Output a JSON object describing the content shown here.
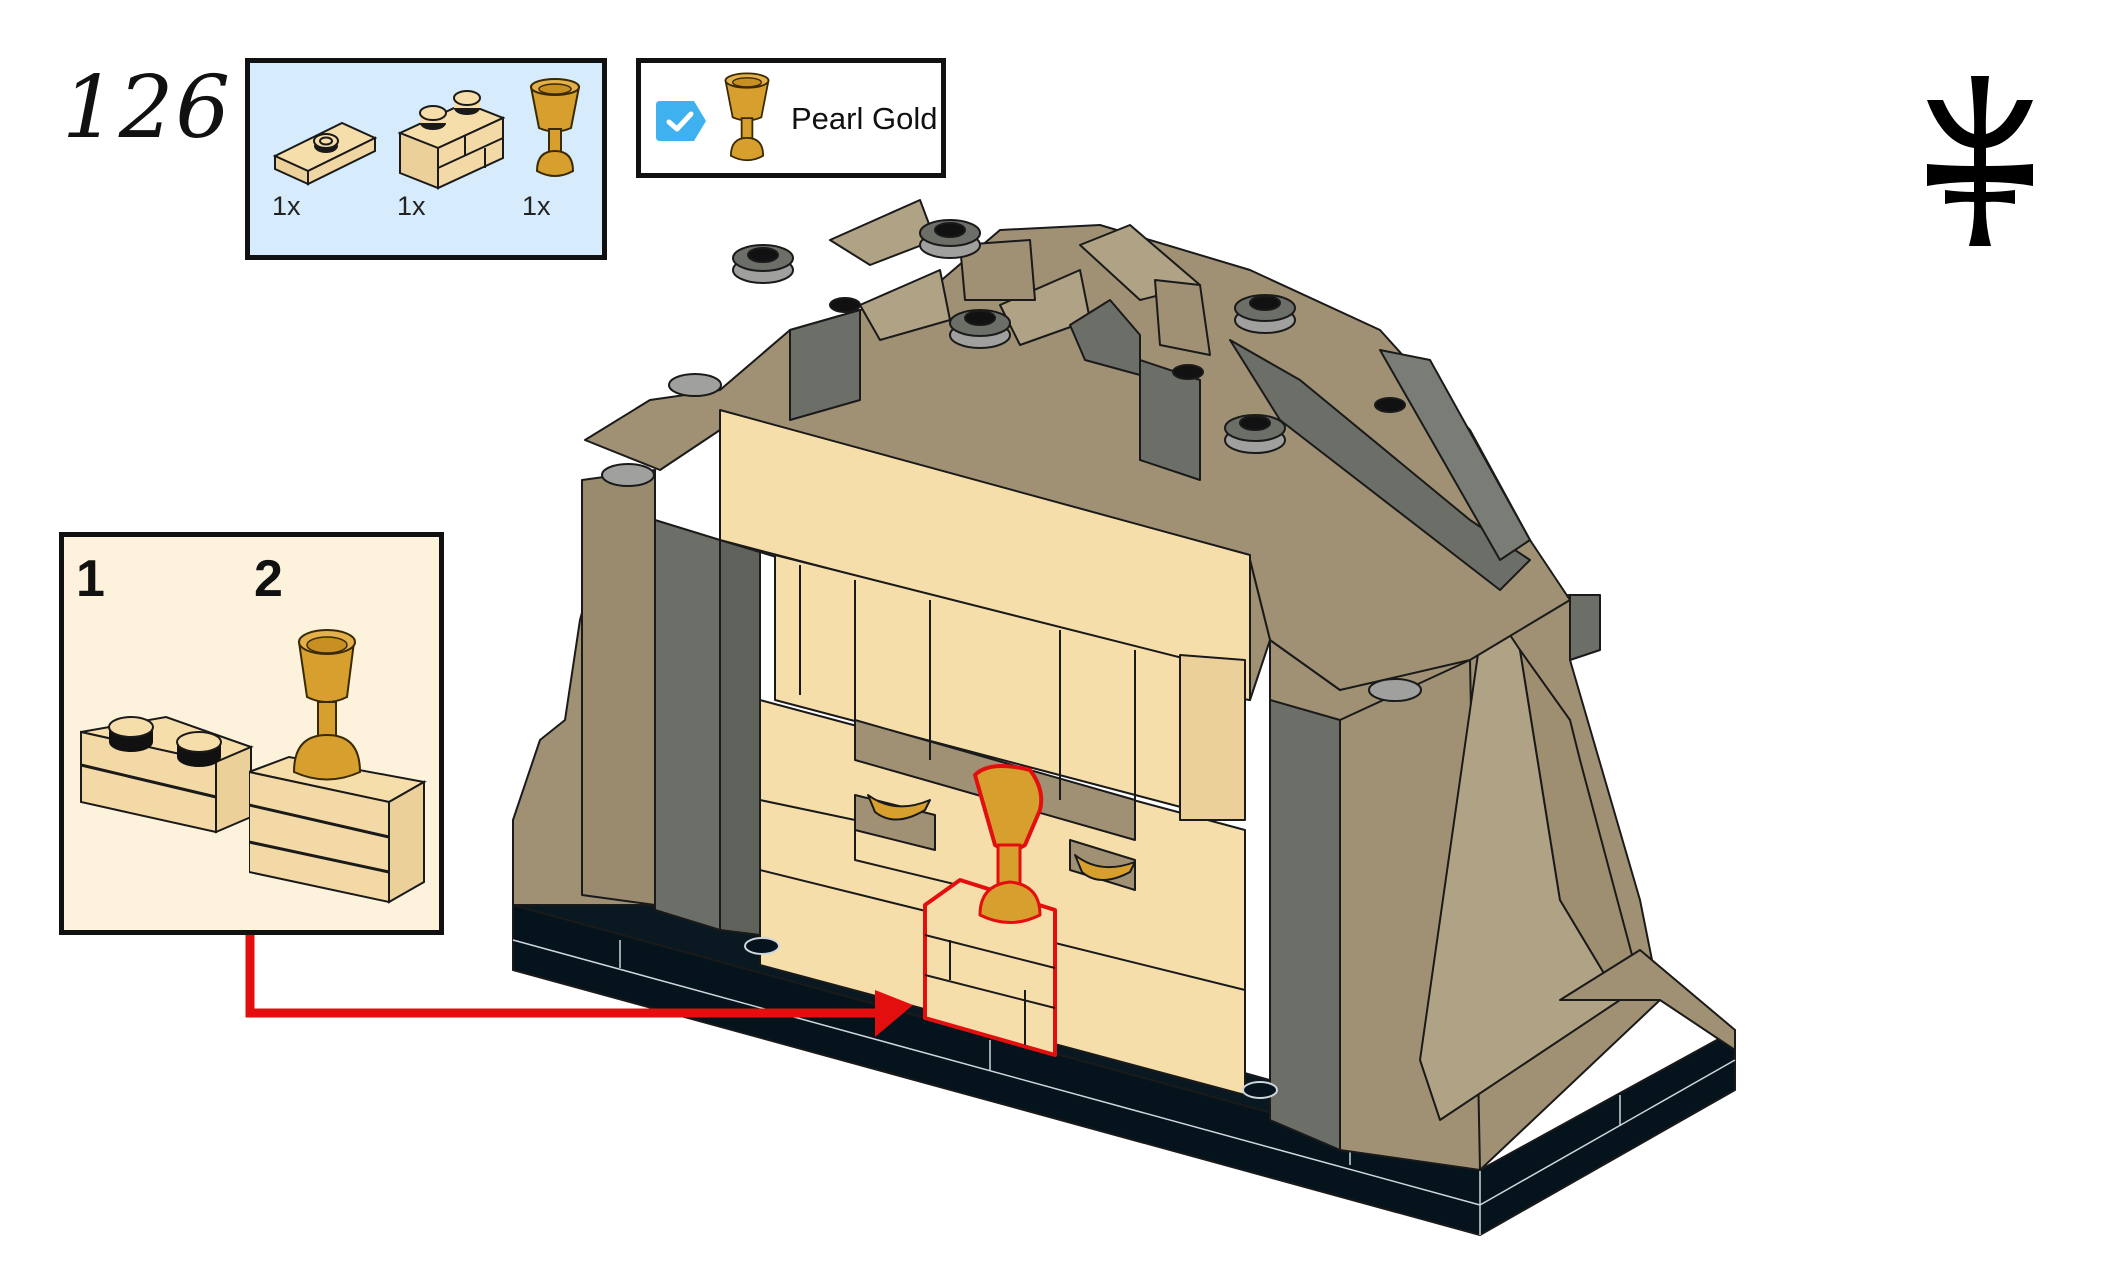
{
  "step": {
    "number": "126"
  },
  "parts_list": {
    "items": [
      {
        "name": "plate-1x2-jumper",
        "color": "Tan",
        "qty": "1x"
      },
      {
        "name": "brick-1x2-masonry",
        "color": "Tan",
        "qty": "1x"
      },
      {
        "name": "goblet",
        "color": "Pearl Gold",
        "qty": "1x"
      }
    ]
  },
  "color_indicator": {
    "checked": true,
    "color_name": "Pearl Gold",
    "icon": "check-tag-icon",
    "swatch_hex": "#d79f2e"
  },
  "sub_assembly": {
    "steps": [
      {
        "label": "1"
      },
      {
        "label": "2"
      }
    ]
  },
  "emblem": {
    "icon": "patriarchal-cross-icon"
  },
  "colors": {
    "tan": "#f6deab",
    "dark_tan": "#a09174",
    "dark_gray": "#6c6e68",
    "light_gray": "#a0a19f",
    "black": "#05131d",
    "pearl_gold": "#d79f2e",
    "highlight_red": "#e30f0f",
    "parts_bg": "#d6ebfb",
    "callout_bg": "#fdf2db",
    "check_blue": "#3fb1ef"
  }
}
